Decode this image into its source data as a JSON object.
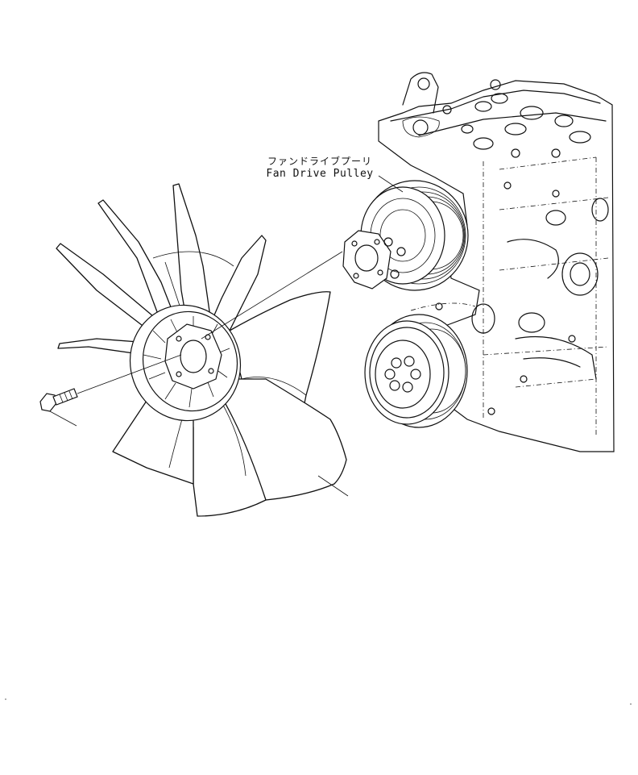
{
  "callout": {
    "label_jp": "ファンドライブプーリ",
    "label_en": "Fan Drive Pulley"
  },
  "parts": [
    "engine-block",
    "fan-drive-pulley",
    "fan",
    "fan-bolt",
    "crankshaft-pulley"
  ]
}
